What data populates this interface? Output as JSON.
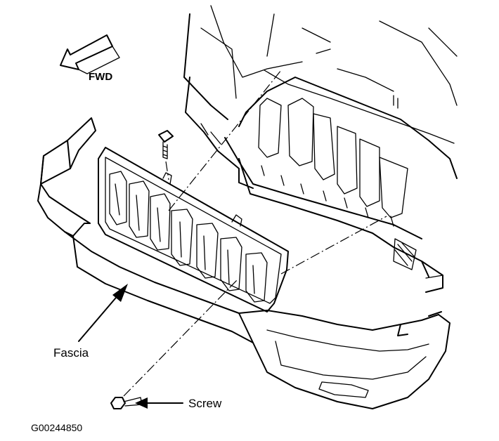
{
  "labels": {
    "fwd": "FWD",
    "fascia": "Fascia",
    "screw": "Screw"
  },
  "figure_code": "G00244850",
  "icons": [
    "fwd-arrow-icon",
    "leader-arrow-icon",
    "screw-icon"
  ]
}
